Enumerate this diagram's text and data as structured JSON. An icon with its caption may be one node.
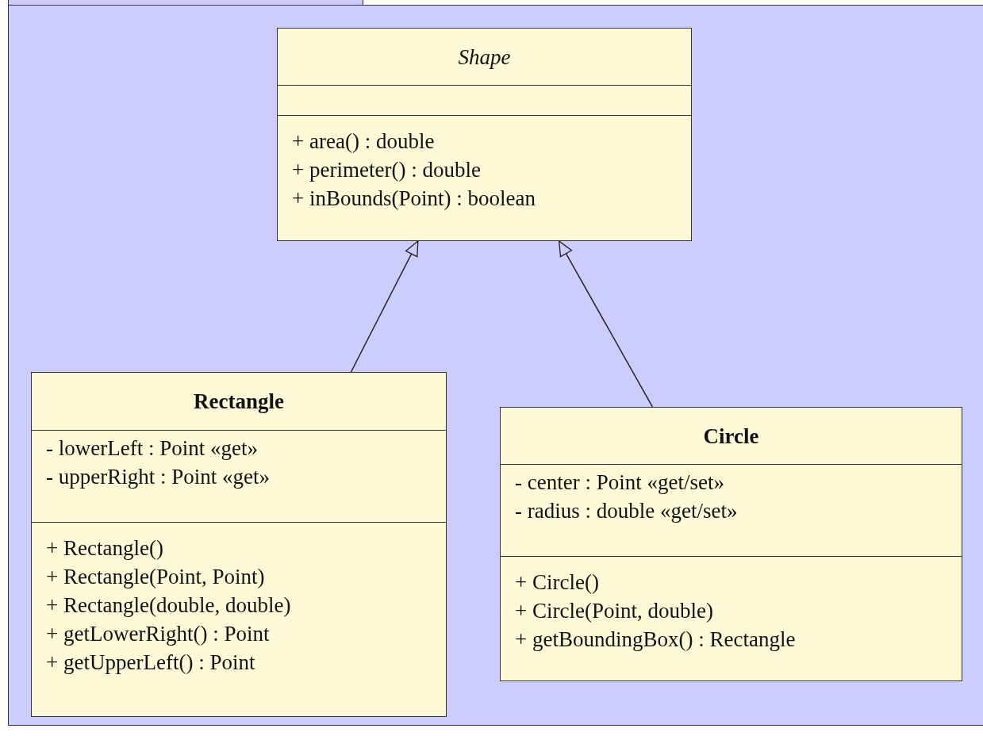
{
  "diagram": {
    "nodes": [
      {
        "text": [],
        "shape": "box"
      },
      {
        "text": [
          "Shape",
          "+ area() : double",
          "+ perimeter() : double",
          "+ inBounds(Point) : boolean"
        ],
        "in": 0
      },
      {
        "text": [
          "Rectangle",
          "- lowerLeft : Point «get»",
          "- upperRight : Point «get»",
          "+ Rectangle()",
          "+ Rectangle(Point, Point)",
          "+ Rectangle(double, double)",
          "+ getLowerRight() : Point",
          "+ getUpperLeft() : Point"
        ],
        "in": 0
      },
      {
        "text": [
          "Circle",
          "- center : Point «get/set»",
          "- radius : double «get/set»",
          "+ Circle()",
          "+ Circle(Point, double)",
          "+ getBoundingBox() : Rectangle"
        ],
        "in": 0
      }
    ],
    "edges": [
      {
        "from": 2,
        "to": 1,
        "arrow": "to"
      },
      {
        "from": 3,
        "to": 1,
        "arrow": "to"
      }
    ]
  }
}
